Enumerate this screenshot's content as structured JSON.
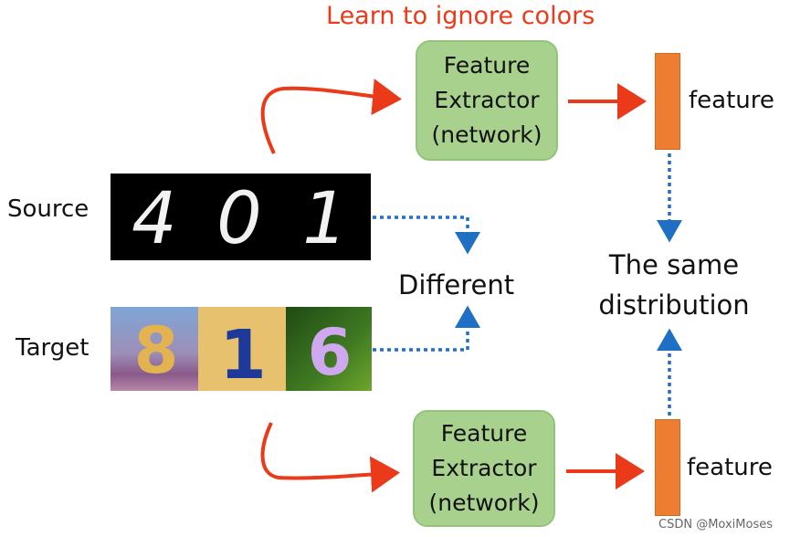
{
  "title": "Learn to ignore colors",
  "extractor_top": {
    "line1": "Feature",
    "line2": "Extractor",
    "line3": "(network)"
  },
  "extractor_bottom": {
    "line1": "Feature",
    "line2": "Extractor",
    "line3": "(network)"
  },
  "feature_top_label": "feature",
  "feature_bottom_label": "feature",
  "source_label": "Source",
  "target_label": "Target",
  "source_digits": [
    "4",
    "0",
    "1"
  ],
  "target_digits": [
    "8",
    "1",
    "6"
  ],
  "different_label": "Different",
  "same_distribution": {
    "line1": "The same",
    "line2": "distribution"
  },
  "watermark": "CSDN @MoxiMoses",
  "colors": {
    "arrow_red": "#ea3a1a",
    "dotted_blue": "#1f6fc5",
    "feature_orange": "#ed7d31",
    "box_green": "#a9d18e"
  }
}
